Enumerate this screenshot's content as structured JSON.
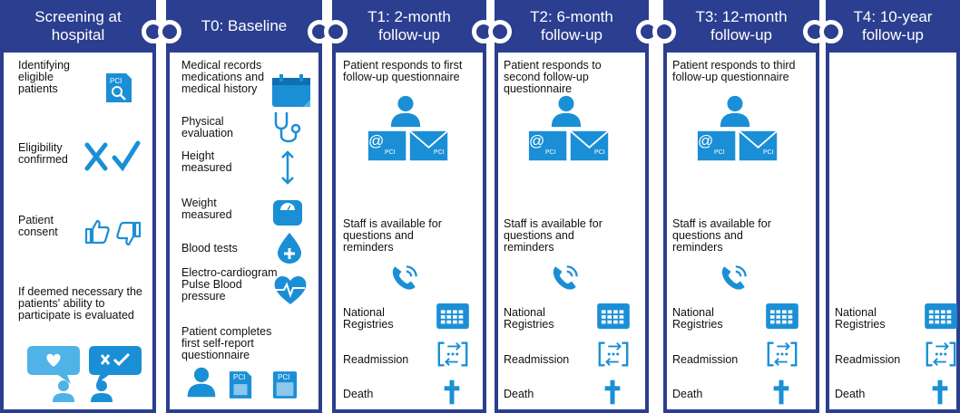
{
  "colors": {
    "header": "#2b3e8f",
    "icon": "#1a8fd6",
    "icon_light": "#4fb3e8",
    "icon_dark": "#0f6fb0"
  },
  "icons": [
    "pci-document-search-icon",
    "cross-icon",
    "check-icon",
    "thumbs-up-icon",
    "thumbs-down-icon",
    "speech-bubbles-icon",
    "calendar-icon",
    "stethoscope-icon",
    "vertical-arrow-icon",
    "scale-icon",
    "plus-drop-icon",
    "heart-pulse-icon",
    "person-icon",
    "pci-document-icon",
    "email-icon",
    "phone-icon",
    "registry-grid-icon",
    "readmission-icon",
    "cross-death-icon"
  ],
  "columns": [
    {
      "title": "Screening at hospital",
      "items": {
        "identify": "Identifying eligible patients",
        "eligibility": "Eligibility confirmed",
        "consent": "Patient consent",
        "ability": "If deemed necessary the patients' ability to participate is evaluated"
      }
    },
    {
      "title": "T0: Baseline",
      "items": {
        "records": "Medical records medications and medical history",
        "physical": "Physical evaluation",
        "height": "Height measured",
        "weight": "Weight measured",
        "blood": "Blood tests",
        "ecg": "Electro-cardiogram Pulse Blood pressure",
        "selfreport": "Patient completes first self-report questionnaire"
      },
      "doc_label": "PCI"
    },
    {
      "title": "T1: 2-month follow-up",
      "responds": "Patient responds to first follow-up questionnaire",
      "staff": "Staff is available for questions and reminders",
      "registries": "National Registries",
      "readmission": "Readmission",
      "death": "Death",
      "email_label": "PCI"
    },
    {
      "title": "T2: 6-month follow-up",
      "responds": "Patient responds to second follow-up questionnaire",
      "staff": "Staff is available for questions and reminders",
      "registries": "National Registries",
      "readmission": "Readmission",
      "death": "Death",
      "email_label": "PCI"
    },
    {
      "title": "T3: 12-month follow-up",
      "responds": "Patient responds to third follow-up questionnaire",
      "staff": "Staff is available for questions and reminders",
      "registries": "National Registries",
      "readmission": "Readmission",
      "death": "Death",
      "email_label": "PCI"
    },
    {
      "title": "T4: 10-year follow-up",
      "registries": "National Registries",
      "readmission": "Readmission",
      "death": "Death"
    }
  ]
}
